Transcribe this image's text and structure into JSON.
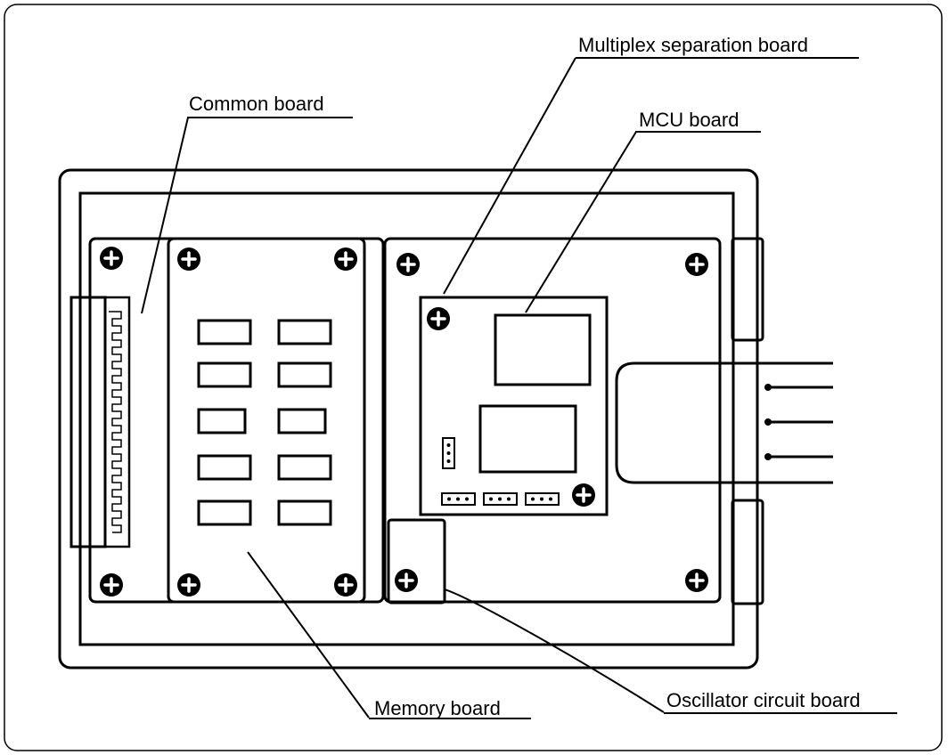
{
  "labels": {
    "common_board": "Common board",
    "multiplex_separation_board": "Multiplex separation board",
    "mcu_board": "MCU board",
    "memory_board": "Memory board",
    "oscillator_circuit_board": "Oscillator circuit board"
  },
  "colors": {
    "line": "#000000",
    "background": "#ffffff"
  }
}
